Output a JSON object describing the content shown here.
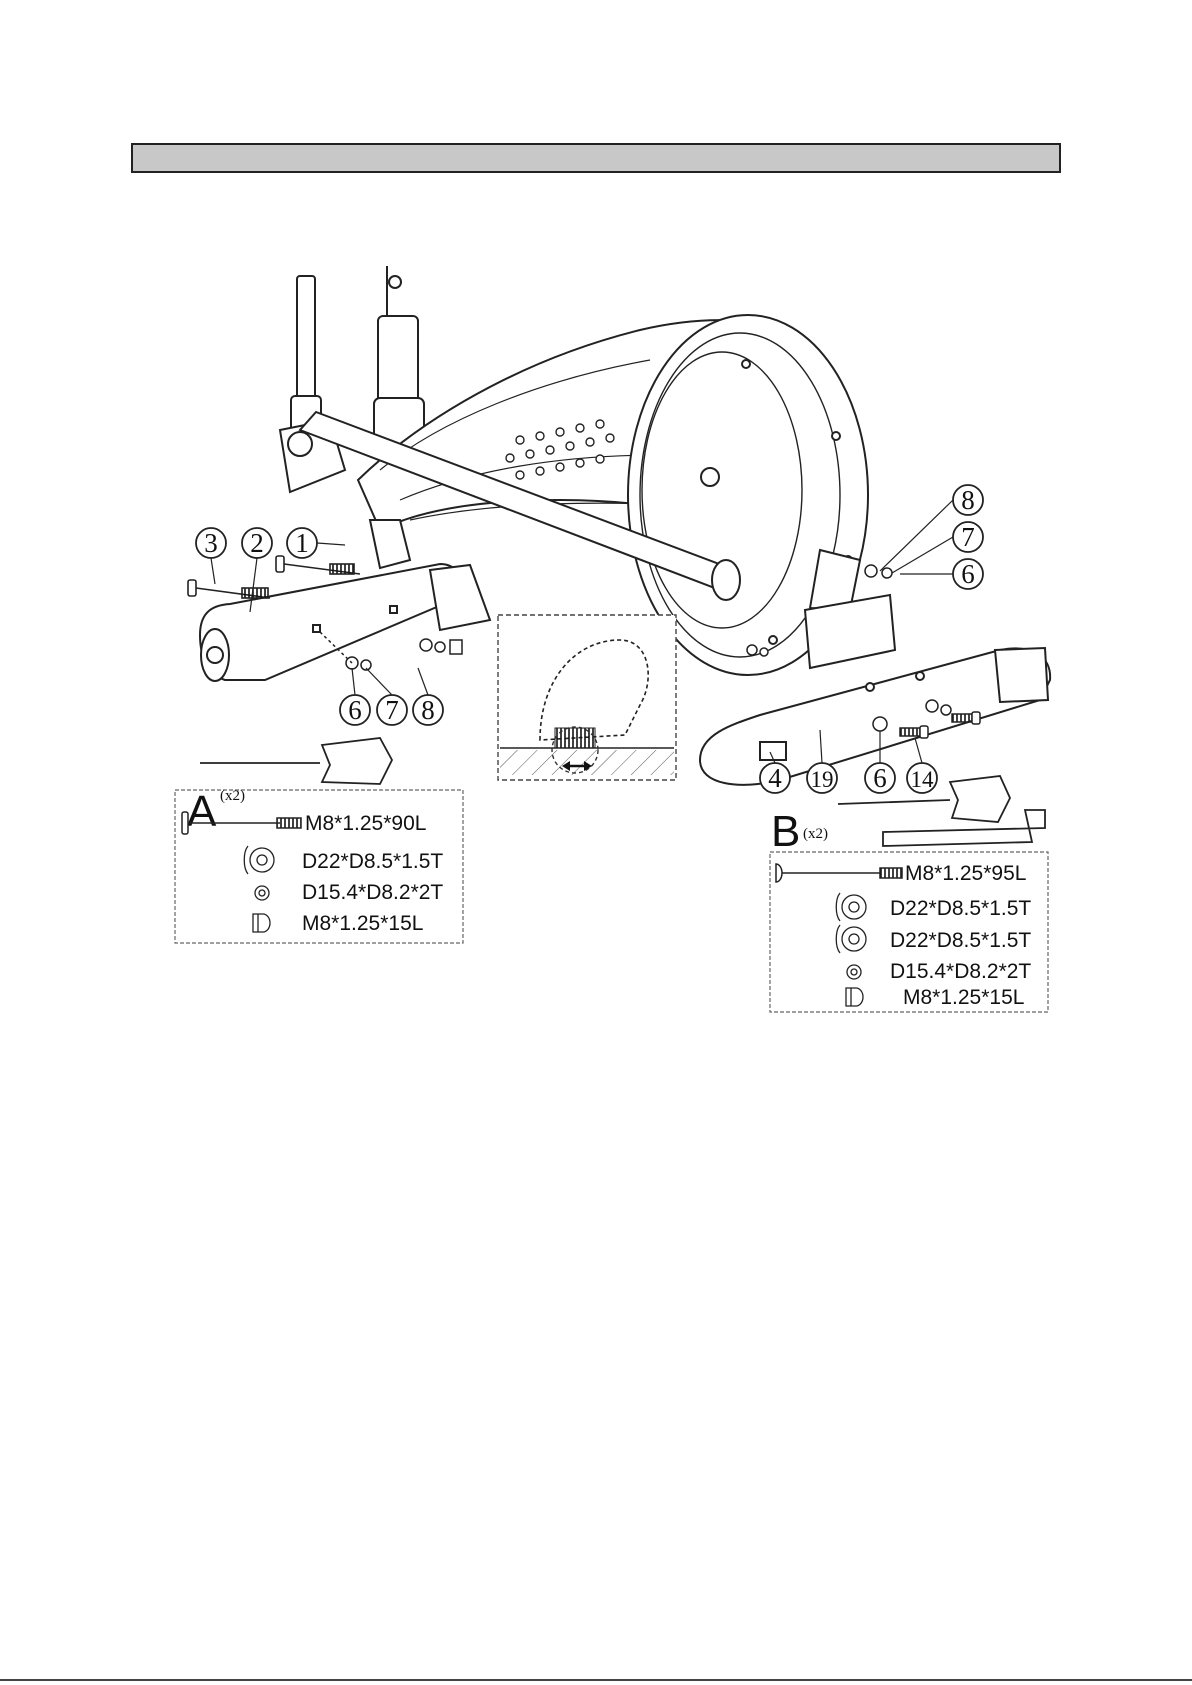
{
  "callouts": {
    "c1": "1",
    "c2": "2",
    "c3": "3",
    "c6a": "6",
    "c7a": "7",
    "c8a": "8",
    "c8b": "8",
    "c7b": "7",
    "c6b": "6",
    "c4": "4",
    "c19": "19",
    "c6c": "6",
    "c14": "14"
  },
  "kit_a": {
    "letter": "A",
    "quantity": "(x2)",
    "parts": [
      {
        "spec": "M8*1.25*90L",
        "icon": "bolt-icon"
      },
      {
        "spec": "D22*D8.5*1.5T",
        "icon": "washer-icon"
      },
      {
        "spec": "D15.4*D8.2*2T",
        "icon": "spring-washer-icon"
      },
      {
        "spec": "M8*1.25*15L",
        "icon": "cap-nut-icon"
      }
    ]
  },
  "kit_b": {
    "letter": "B",
    "quantity": "(x2)",
    "parts": [
      {
        "spec": "M8*1.25*95L",
        "icon": "bolt-icon"
      },
      {
        "spec": "D22*D8.5*1.5T",
        "icon": "washer-icon"
      },
      {
        "spec": "D22*D8.5*1.5T",
        "icon": "washer-icon"
      },
      {
        "spec": "D15.4*D8.2*2T",
        "icon": "spring-washer-icon"
      },
      {
        "spec": "M8*1.25*15L",
        "icon": "cap-nut-icon"
      }
    ]
  }
}
